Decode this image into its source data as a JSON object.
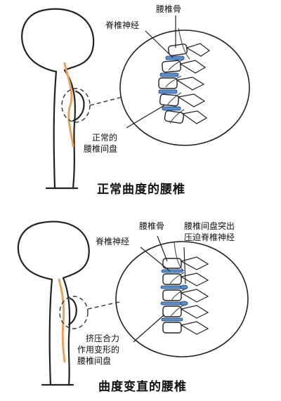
{
  "panel_top": {
    "label_vertebra": "腰椎骨",
    "label_nerve": "脊椎神经",
    "label_disc_line1": "正常的",
    "label_disc_line2": "腰椎间盘",
    "title": "正常曲度的腰椎"
  },
  "panel_bottom": {
    "label_vertebra": "腰椎骨",
    "label_nerve": "脊椎神经",
    "label_herniation_line1": "腰椎间盘突出",
    "label_herniation_line2": "压迫脊椎神经",
    "label_disc_line1": "挤压合力",
    "label_disc_line2": "作用变形的",
    "label_disc_line3": "腰椎间盘",
    "title": "曲度变直的腰椎"
  },
  "colors": {
    "spine_line": "#e8a05a",
    "disc_fill": "#5b8fc7",
    "ink": "#222222"
  }
}
